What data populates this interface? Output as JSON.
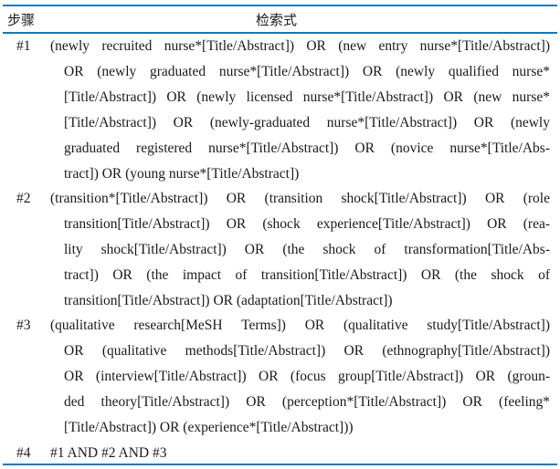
{
  "header": {
    "step": "步骤",
    "query": "检索式"
  },
  "rows": [
    {
      "step": "#1",
      "lines": [
        "(newly recruited nurse*[Title/Abstract]) OR (new entry nurse*[Title/Abstract])",
        "OR (newly graduated nurse*[Title/Abstract]) OR (newly qualified nurse*",
        "[Title/Abstract]) OR (newly licensed nurse*[Title/Abstract]) OR (new nurse*",
        "[Title/Abstract]) OR (newly-graduated nurse*[Title/Abstract]) OR (newly",
        "graduated registered nurse*[Title/Abstract]) OR (novice nurse*[Title/Abs-",
        "tract]) OR (young nurse*[Title/Abstract])"
      ]
    },
    {
      "step": "#2",
      "lines": [
        "(transition*[Title/Abstract]) OR (transition shock[Title/Abstract]) OR (role",
        "transition[Title/Abstract]) OR (shock experience[Title/Abstract]) OR (rea-",
        "lity shock[Title/Abstract]) OR (the shock of transformation[Title/Abs-",
        "tract]) OR (the impact of transition[Title/Abstract]) OR (the shock of",
        "transition[Title/Abstract]) OR (adaptation[Title/Abstract])"
      ]
    },
    {
      "step": "#3",
      "lines": [
        "(qualitative research[MeSH Terms]) OR (qualitative study[Title/Abstract])",
        "OR (qualitative methods[Title/Abstract]) OR (ethnography[Title/Abstract])",
        "OR (interview[Title/Abstract]) OR (focus group[Title/Abstract]) OR (groun-",
        "ded theory[Title/Abstract]) OR (perception*[Title/Abstract]) OR (feeling*",
        "[Title/Abstract]) OR (experience*[Title/Abstract]))"
      ]
    },
    {
      "step": "#4",
      "lines": [
        "#1 AND #2 AND #3"
      ]
    }
  ]
}
